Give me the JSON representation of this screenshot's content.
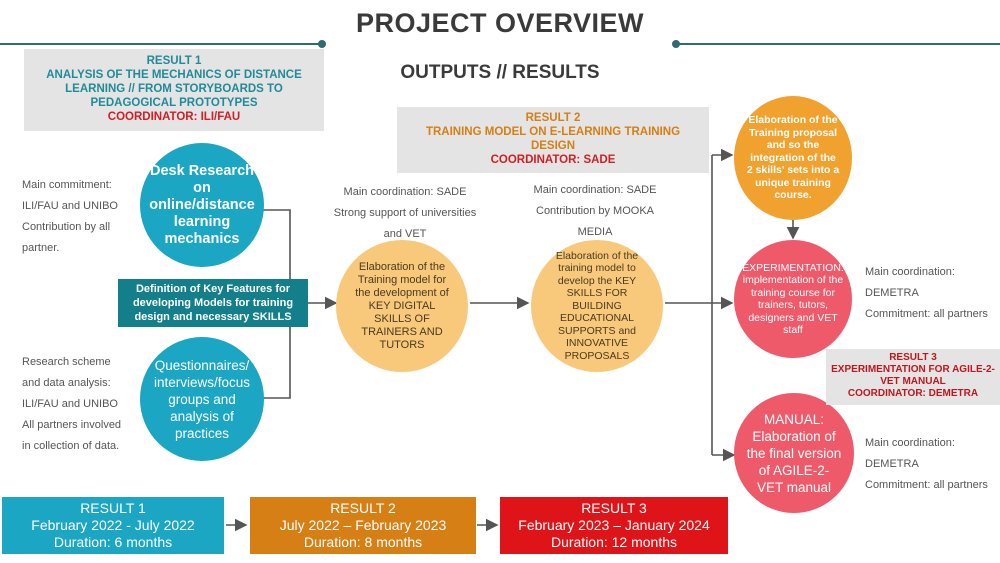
{
  "header": {
    "title": "PROJECT OVERVIEW",
    "subtitle": "OUTPUTS // RESULTS"
  },
  "result1_box": {
    "line1": "RESULT 1",
    "line2": "ANALYSIS OF THE MECHANICS OF DISTANCE LEARNING // FROM STORYBOARDS TO PEDAGOGICAL PROTOTYPES",
    "coordinator": "COORDINATOR: ILI/FAU"
  },
  "result2_box": {
    "line1": "RESULT 2",
    "line2": "TRAINING MODEL ON E-LEARNING TRAINING DESIGN",
    "coordinator": "COORDINATOR: SADE"
  },
  "result3_box": {
    "line1": "RESULT 3",
    "line2": "EXPERIMENTATION FOR AGILE-2-VET MANUAL",
    "coordinator": "COORDINATOR: DEMETRA"
  },
  "circles": {
    "desk_research": "Desk Research on online/distance learning mechanics",
    "questionnaires": "Questionnaires/ interviews/focus groups and analysis of practices",
    "training_model": "Elaboration of the Training model for the development of KEY DIGITAL SKILLS OF TRAINERS AND TUTORS",
    "key_skills": "Elaboration of the training model to develop the KEY SKILLS FOR BUILDING EDUCATIONAL SUPPORTS and INNOVATIVE PROPOSALS",
    "training_proposal": "Elaboration of the Training proposal and so the integration of the 2 skills' sets into a unique training course.",
    "experimentation": "EXPERIMENTATION: implementation of the training course for trainers, tutors, designers and VET staff",
    "manual": "MANUAL: Elaboration of the final version of AGILE-2-VET manual"
  },
  "definition_box": "Definition of Key Features for developing Models for training design and necessary SKILLS",
  "notes": {
    "left_top": [
      "Main commitment:",
      "ILI/FAU and UNIBO",
      "Contribution by all",
      "partner."
    ],
    "left_bottom": [
      "Research scheme",
      "and data analysis:",
      "ILI/FAU and UNIBO",
      "All partners involved",
      "in collection of data."
    ],
    "mid1": [
      "Main coordination: SADE",
      "Strong support of universities",
      "and VET"
    ],
    "mid2": [
      "Main coordination: SADE",
      "Contribution by MOOKA",
      "MEDIA"
    ],
    "right1": [
      "Main coordination:",
      "DEMETRA",
      "Commitment: all partners"
    ],
    "right2": [
      "Main coordination:",
      "DEMETRA",
      "Commitment: all partners"
    ]
  },
  "timeline": [
    {
      "title": "RESULT 1",
      "dates": "February 2022 - July 2022",
      "duration": "Duration: 6 months",
      "color": "#1ba6c3"
    },
    {
      "title": "RESULT 2",
      "dates": "July 2022 – February 2023",
      "duration": "Duration: 8 months",
      "color": "#d57f14"
    },
    {
      "title": "RESULT 3",
      "dates": "February 2023 – January 2024",
      "duration": "Duration: 12 months",
      "color": "#df1419"
    }
  ],
  "colors": {
    "teal": "#1ba6c3",
    "dark_teal": "#137f8a",
    "peach": "#f8c87b",
    "orange": "#f0a12e",
    "pink": "#ef5a6b",
    "red": "#d21f26",
    "grey": "#e4e4e4"
  }
}
